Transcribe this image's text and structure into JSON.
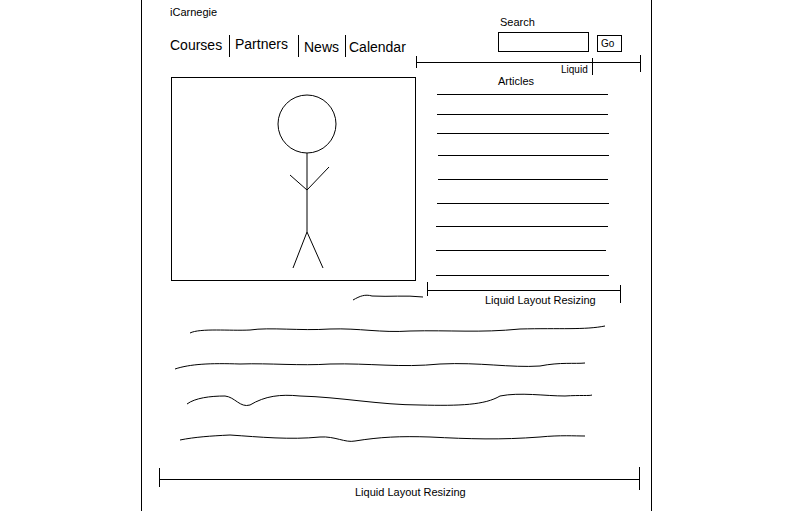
{
  "diagram": {
    "nodes": [
      {
        "text": [
          "Search"
        ]
      },
      {
        "text": [
          "Go"
        ]
      }
    ],
    "labels": [
      "iCarnegie",
      "Courses",
      "Partners",
      "News",
      "Calendar",
      "Liquid",
      "Articles",
      "Liquid Layout Resizing",
      "Liquid Layout Resizing"
    ]
  }
}
